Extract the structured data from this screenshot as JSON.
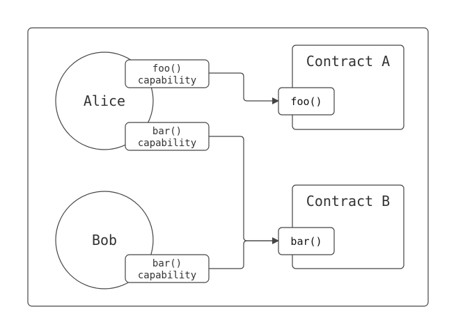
{
  "diagram": {
    "nodes": {
      "alice": {
        "label": "Alice"
      },
      "bob": {
        "label": "Bob"
      },
      "contract_a": {
        "label": "Contract A"
      },
      "contract_b": {
        "label": "Contract B"
      }
    },
    "capabilities": {
      "alice_foo": {
        "line1": "foo()",
        "line2": "capability"
      },
      "alice_bar": {
        "line1": "bar()",
        "line2": "capability"
      },
      "bob_bar": {
        "line1": "bar()",
        "line2": "capability"
      }
    },
    "ports": {
      "contract_a_foo": {
        "label": "foo()"
      },
      "contract_b_bar": {
        "label": "bar()"
      }
    },
    "edges": [
      {
        "from": "alice_foo",
        "to": "contract_a_foo"
      },
      {
        "from": "alice_bar",
        "to": "contract_b_bar"
      },
      {
        "from": "bob_bar",
        "to": "contract_b_bar"
      }
    ],
    "colors": {
      "stroke": "#444444",
      "text": "#333333",
      "background": "#ffffff"
    }
  }
}
